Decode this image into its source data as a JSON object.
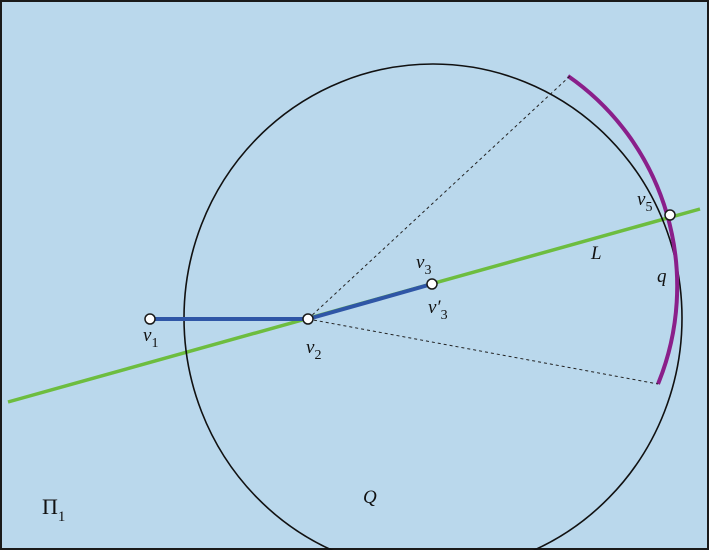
{
  "colors": {
    "plane_fill": "#bad8ec",
    "border": "#1a1a1a",
    "circle": "#111111",
    "line_L": "#6dbd3f",
    "path": "#2f56a6",
    "arc_q": "#8a1f8a",
    "dashed": "#222222",
    "vertex_fill": "#ffffff"
  },
  "labels": {
    "plane": {
      "main": "Π",
      "sub": "1"
    },
    "circle": "Q",
    "line": "L",
    "arc": "q",
    "v1": {
      "main": "v",
      "sub": "1"
    },
    "v2": {
      "main": "v",
      "sub": "2"
    },
    "v3": {
      "main": "v",
      "sub": "3"
    },
    "v3p": {
      "main": "v′",
      "sub": "3"
    },
    "v5": {
      "main": "v",
      "sub": "5"
    }
  }
}
